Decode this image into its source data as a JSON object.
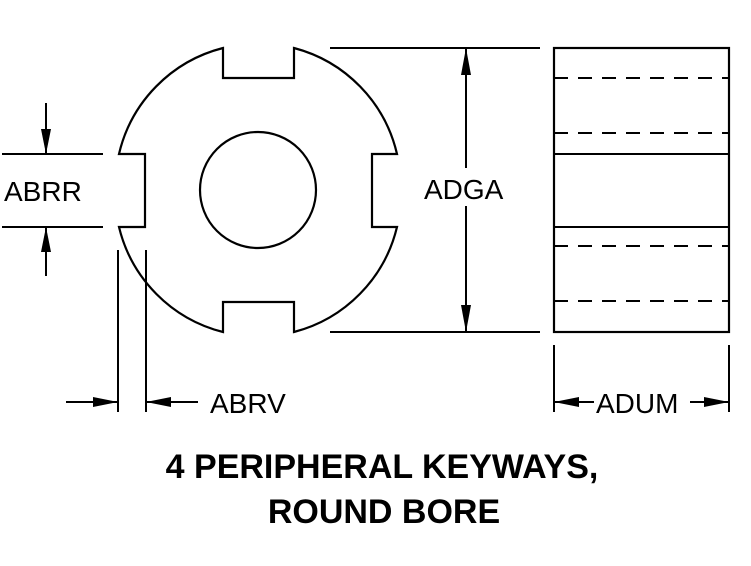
{
  "labels": {
    "abrr": "ABRR",
    "adga": "ADGA",
    "abrv": "ABRV",
    "adum": "ADUM"
  },
  "caption": {
    "line1": "4 PERIPHERAL KEYWAYS,",
    "line2": "ROUND BORE"
  },
  "colors": {
    "ink": "#000000",
    "paper": "#ffffff"
  }
}
